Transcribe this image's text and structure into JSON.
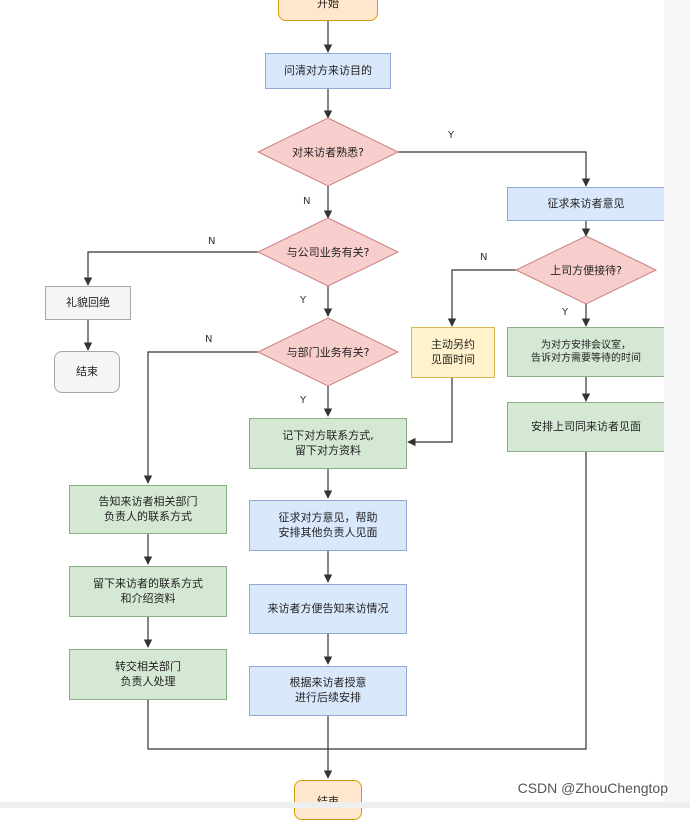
{
  "nodes": {
    "start": "开始",
    "ask_purpose": "问清对方来访目的",
    "familiar": "对来访者熟悉?",
    "company_related": "与公司业务有关?",
    "dept_related": "与部门业务有关?",
    "polite_refuse": "礼貌回绝",
    "end_left": "结束",
    "record_contact": "记下对方联系方式,\n留下对方资料",
    "seek_opinion_arrange": "征求对方意见，帮助\n安排其他负责人见面",
    "visitor_inform": "来访者方便告知来访情况",
    "followup": "根据来访者授意\n进行后续安排",
    "tell_contact": "告知来访者相关部门\n负责人的联系方式",
    "leave_contact": "留下来访者的联系方式\n和介绍资料",
    "transfer": "转交相关部门\n负责人处理",
    "seek_visitor": "征求来访者意见",
    "boss_available": "上司方便接待?",
    "reschedule": "主动另约\n见面时间",
    "arrange_room": "为对方安排会议室，\n告诉对方需要等待的时间",
    "arrange_meeting": "安排上司同来访者见面",
    "end_bottom": "结束"
  },
  "labels": {
    "y": "Y",
    "n": "N"
  },
  "watermark": "CSDN @ZhouChengtop",
  "colors": {
    "line": "#333333",
    "diamond_fill": "#f8cecc",
    "diamond_stroke": "#c98280"
  }
}
